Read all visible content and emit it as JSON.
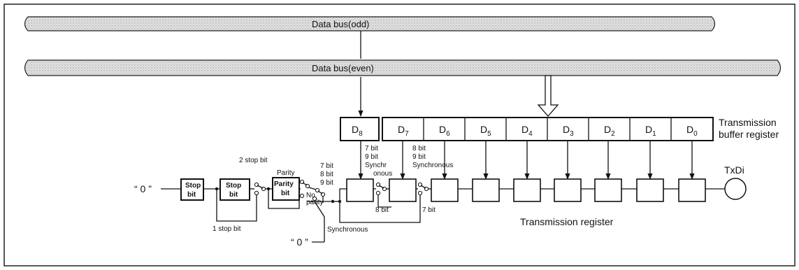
{
  "bus_odd_label": "Data bus(odd)",
  "bus_even_label": "Data bus(even)",
  "buffer_register_label_1": "Transmission",
  "buffer_register_label_2": "buffer register",
  "transmission_register_label": "Transmission register",
  "output_label": "TxDi",
  "zero_input_label": "“ 0 ”",
  "zero_input_label_2": "“ 0 ”",
  "buffer_cells": [
    {
      "base": "D",
      "sub": "8"
    },
    {
      "base": "D",
      "sub": "7"
    },
    {
      "base": "D",
      "sub": "6"
    },
    {
      "base": "D",
      "sub": "5"
    },
    {
      "base": "D",
      "sub": "4"
    },
    {
      "base": "D",
      "sub": "3"
    },
    {
      "base": "D",
      "sub": "2"
    },
    {
      "base": "D",
      "sub": "1"
    },
    {
      "base": "D",
      "sub": "0"
    }
  ],
  "stop_bit_1": [
    "Stop",
    "bit"
  ],
  "stop_bit_2": [
    "Stop",
    "bit"
  ],
  "parity_bit": [
    "Parity",
    "bit"
  ],
  "two_stop_bit": "2 stop bit",
  "one_stop_bit": "1 stop bit",
  "parity": "Parity",
  "no_parity": [
    "No",
    "parity"
  ],
  "len_options_a": [
    "7 bit",
    "8 bit",
    "9 bit"
  ],
  "len_options_b": [
    "7 bit",
    "9 bit",
    "Synchr",
    "onous"
  ],
  "len_options_c": [
    "8 bit",
    "9 bit",
    "Synchronous"
  ],
  "synchronous": "Synchronous",
  "eight_bit": "8 bit",
  "seven_bit": "7 bit",
  "colors": {
    "line": "#111111",
    "bus_fill": "#d9d9d9"
  }
}
